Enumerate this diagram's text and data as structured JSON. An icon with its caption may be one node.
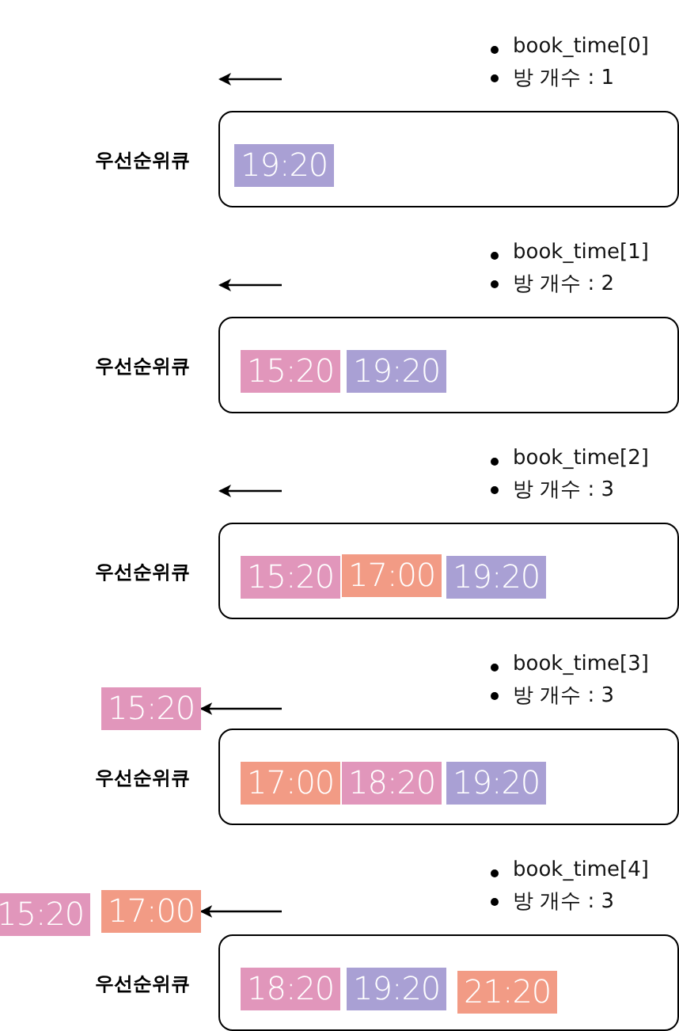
{
  "diagram": {
    "nodes": [
      {
        "text": [],
        "shape": "box",
        "beside": [
          "우선순위큐"
        ]
      },
      {
        "text": [
          "19:20"
        ],
        "in": 0
      },
      {
        "text": [],
        "shape": "box",
        "beside": [
          "우선순위큐"
        ]
      },
      {
        "text": [
          "15:20"
        ],
        "in": 2
      },
      {
        "text": [
          "19:20"
        ],
        "in": 2
      },
      {
        "text": [],
        "shape": "box",
        "beside": [
          "우선순위큐"
        ]
      },
      {
        "text": [
          "15:20"
        ],
        "in": 5
      },
      {
        "text": [
          "17:00"
        ],
        "in": 5
      },
      {
        "text": [
          "19:20"
        ],
        "in": 5
      },
      {
        "text": [
          "15:20"
        ]
      },
      {
        "text": [],
        "shape": "box",
        "beside": [
          "우선순위큐"
        ]
      },
      {
        "text": [
          "17:00"
        ],
        "in": 10
      },
      {
        "text": [
          "18:20"
        ],
        "in": 10
      },
      {
        "text": [
          "19:20"
        ],
        "in": 10
      },
      {
        "text": [
          "15:20"
        ]
      },
      {
        "text": [
          "17:00"
        ]
      },
      {
        "text": [],
        "shape": "box",
        "beside": [
          "우선순위큐"
        ]
      },
      {
        "text": [
          "18:20"
        ],
        "in": 16
      },
      {
        "text": [
          "19:20"
        ],
        "in": 16
      },
      {
        "text": [
          "21:20"
        ],
        "in": 16
      }
    ],
    "edges": [
      {
        "from": null,
        "to": 9,
        "arrow": "to"
      },
      {
        "from": null,
        "to": 15,
        "arrow": "to"
      }
    ],
    "labels": [
      "book_time[0]",
      "방 개수 : 1",
      "book_time[1]",
      "방 개수 : 2",
      "book_time[2]",
      "방 개수 : 3",
      "book_time[3]",
      "방 개수 : 3",
      "book_time[4]",
      "방 개수 : 3"
    ]
  }
}
